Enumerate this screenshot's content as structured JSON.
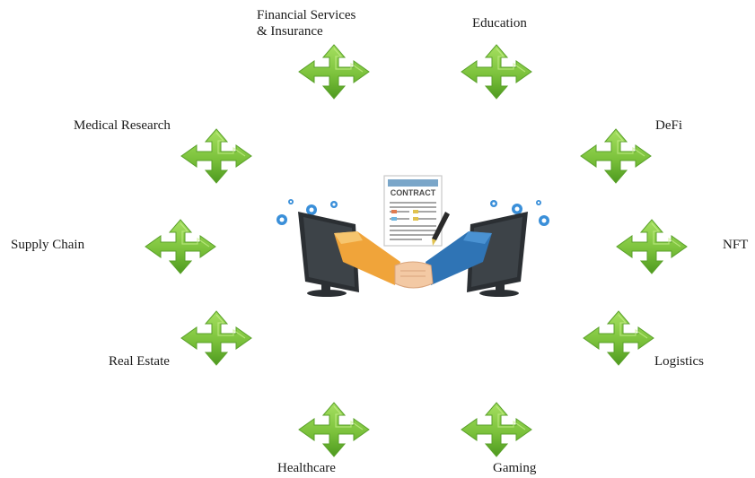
{
  "labels": {
    "financial_line1": "Financial Services",
    "financial_line2": "& Insurance",
    "education": "Education",
    "medical_research": "Medical Research",
    "defi": "DeFi",
    "supply_chain": "Supply Chain",
    "nft": "NFT",
    "real_estate": "Real Estate",
    "logistics": "Logistics",
    "healthcare": "Healthcare",
    "gaming": "Gaming"
  },
  "contract_label": "CONTRACT",
  "icon_names": {
    "arrow": "four-way-arrow-icon",
    "center": "smart-contract-handshake-illustration",
    "gear": "gear-icon"
  },
  "colors": {
    "arrow_light": "#8fd04a",
    "arrow_dark": "#4e9a1f",
    "orange_arm": "#f0a43a",
    "blue_arm": "#2f74b5",
    "monitor": "#2b2f33",
    "gear": "#3a8fd9"
  }
}
